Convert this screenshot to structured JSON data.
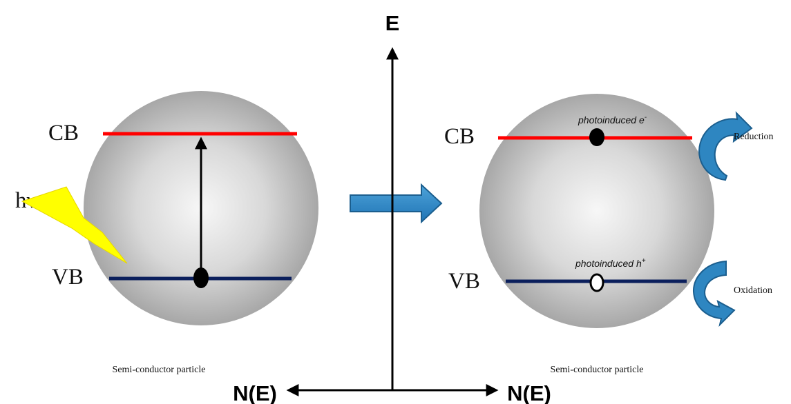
{
  "axes": {
    "vertical_label": "E",
    "left_label": "N(E)",
    "right_label": "N(E)"
  },
  "left_particle": {
    "cb_label": "CB",
    "vb_label": "VB",
    "light_label": "hν",
    "caption": "Semi-conductor particle"
  },
  "right_particle": {
    "cb_label": "CB",
    "vb_label": "VB",
    "electron_label": "photoinduced e",
    "electron_superscript": "-",
    "hole_label": "photoinduced h",
    "hole_superscript": "+",
    "reduction_label": "Reduction",
    "oxidation_label": "Oxidation",
    "caption": "Semi-conductor particle"
  },
  "colors": {
    "conduction_band": "#ff0000",
    "valence_band": "#0b1f5c",
    "process_arrow": "#2e86c1",
    "lightning": "#ffff00"
  }
}
